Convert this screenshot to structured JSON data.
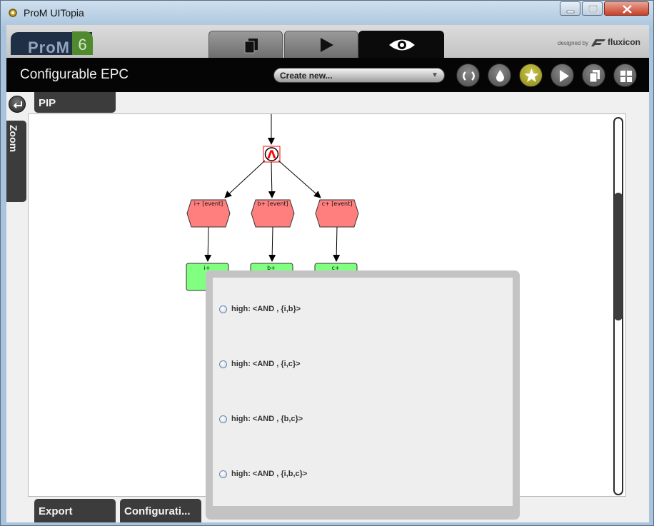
{
  "window": {
    "title": "ProM UITopia",
    "icon": "gear-app-icon",
    "controls": [
      "minimize",
      "maximize",
      "close"
    ]
  },
  "header": {
    "logo_text": "ProM",
    "logo_version": "6",
    "tabs": [
      {
        "name": "workspace",
        "icon": "copy-icon",
        "active": false
      },
      {
        "name": "actions",
        "icon": "play-icon",
        "active": false
      },
      {
        "name": "views",
        "icon": "eye-icon",
        "active": true
      }
    ],
    "designed_by": "designed by",
    "brand": "fluxicon"
  },
  "toolbar": {
    "title": "Configurable EPC",
    "create_new": "Create new...",
    "buttons": [
      "refresh-icon",
      "drop-icon",
      "star-icon",
      "play-icon",
      "copy-icon",
      "grid-icon"
    ]
  },
  "side": {
    "pip": "PIP",
    "zoom": "Zoom"
  },
  "epc": {
    "connector": "Λ",
    "events": [
      "i+ [event]",
      "b+ [event]",
      "c+ [event]"
    ],
    "functions": [
      "i+",
      "b+",
      "c+"
    ]
  },
  "popup": {
    "options": [
      "high: <AND , {i,b}>",
      "high: <AND , {i,c}>",
      "high: <AND , {b,c}>",
      "high: <AND , {i,b,c}>"
    ]
  },
  "bottom": {
    "export": "Export",
    "configuration": "Configurati..."
  },
  "colors": {
    "event_fill": "#ff7f7f",
    "function_fill": "#80ff80",
    "connector_border": "#ff0000",
    "star_button": "#b3b02e"
  }
}
